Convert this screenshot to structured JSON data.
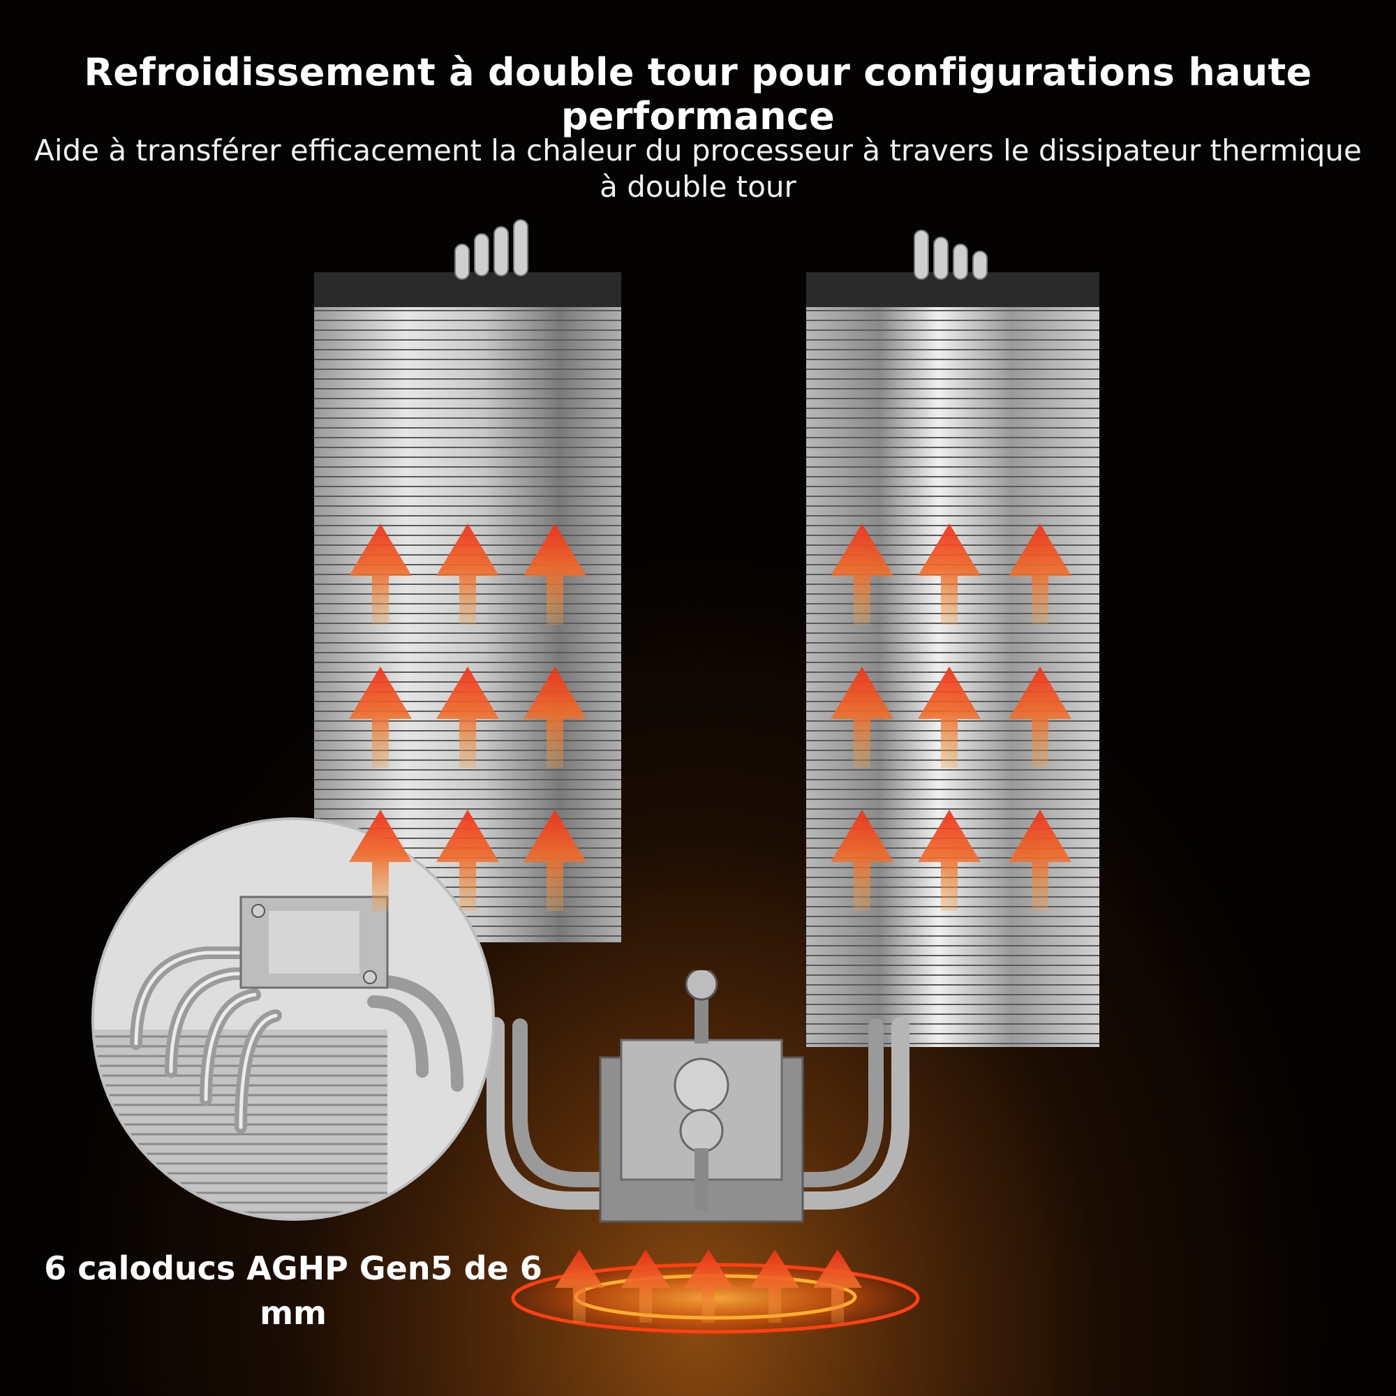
{
  "title": "Refroidissement à double tour pour configurations haute performance",
  "subtitle": "Aide à transférer efficacement la chaleur du processeur à travers le dissipateur thermique à double tour",
  "caption": "6 caloducs AGHP Gen5 de 6 mm",
  "colors": {
    "background": "#1a0c03",
    "glow": "#8a4a10",
    "arrow_tip": "#f04020",
    "arrow_stem": "#f0a040",
    "heat_ring": "#ff5010",
    "fin_light": "#e8e8e8",
    "fin_dark": "#6a6a6a"
  },
  "icons": [
    "heat-arrow-icon",
    "heatsink-tower",
    "heatpipe",
    "mounting-screw"
  ]
}
